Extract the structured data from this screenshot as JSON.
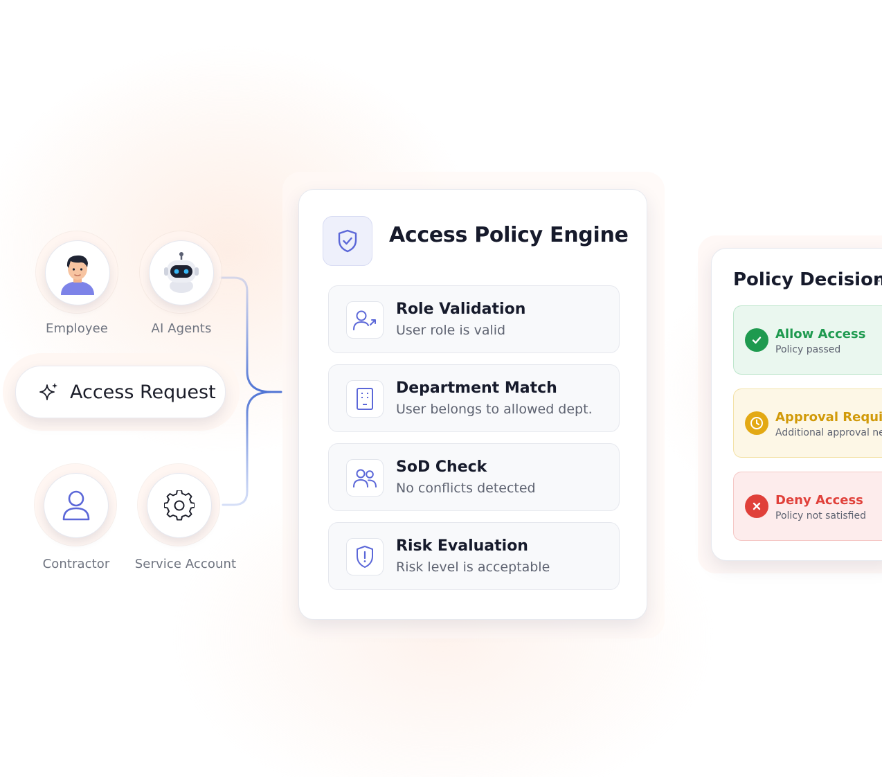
{
  "sources": [
    {
      "label": "Employee",
      "icon": "employee-avatar-icon"
    },
    {
      "label": "AI Agents",
      "icon": "robot-icon"
    },
    {
      "label": "Contractor",
      "icon": "user-icon"
    },
    {
      "label": "Service Account",
      "icon": "gear-icon"
    }
  ],
  "request": {
    "label": "Access Request",
    "icon": "sparkle-icon"
  },
  "engine": {
    "title": "Access Policy Engine",
    "icon": "shield-check-icon",
    "checks": [
      {
        "title": "Role Validation",
        "subtitle": "User role is valid",
        "icon": "user-role-icon"
      },
      {
        "title": "Department Match",
        "subtitle": "User belongs to allowed dept.",
        "icon": "building-icon"
      },
      {
        "title": "SoD Check",
        "subtitle": "No conflicts detected",
        "icon": "users-icon"
      },
      {
        "title": "Risk Evaluation",
        "subtitle": "Risk level is acceptable",
        "icon": "shield-alert-icon"
      }
    ]
  },
  "decision": {
    "title": "Policy Decision",
    "outcomes": [
      {
        "title": "Allow Access",
        "subtitle": "Policy passed",
        "icon": "check-circle-icon",
        "color": "#1e9a4f",
        "bg": "#eaf7ef",
        "border": "#bfe6cd"
      },
      {
        "title": "Approval Required",
        "subtitle": "Additional approval needed",
        "icon": "clock-icon",
        "color": "#d19a0a",
        "bg": "#fdf7e6",
        "border": "#f3e2a8"
      },
      {
        "title": "Deny Access",
        "subtitle": "Policy not satisfied",
        "icon": "x-circle-icon",
        "color": "#e0403a",
        "bg": "#fdecec",
        "border": "#f5c8c6"
      }
    ]
  },
  "colors": {
    "accent": "#5b67d8",
    "connector": "#6c8fe0",
    "text_primary": "#161a2b"
  }
}
